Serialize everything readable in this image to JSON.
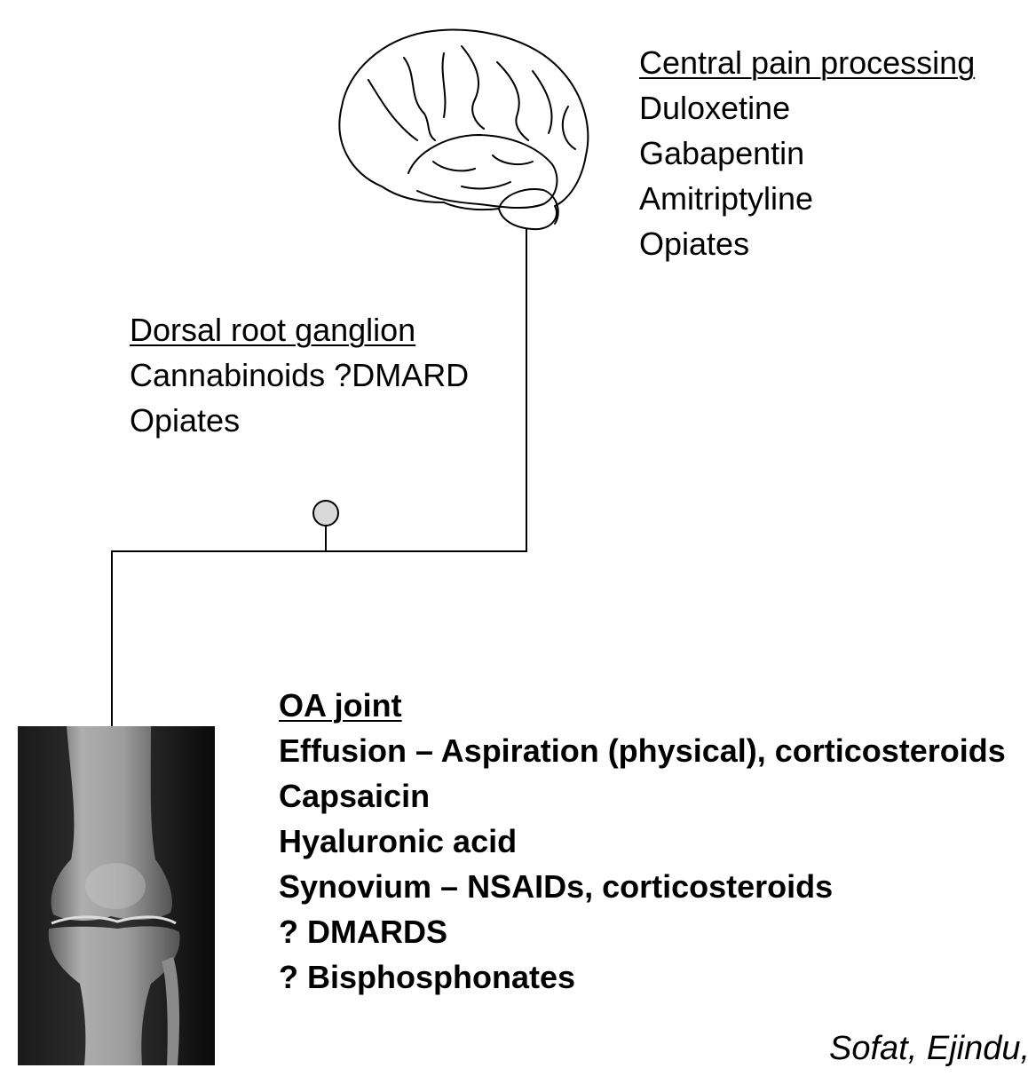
{
  "central": {
    "heading": "Central pain processing",
    "items": [
      "Duloxetine",
      "Gabapentin",
      "Amitriptyline",
      "Opiates"
    ]
  },
  "drg": {
    "heading": "Dorsal root ganglion",
    "items": [
      "Cannabinoids ?DMARD",
      "Opiates"
    ]
  },
  "oa_joint": {
    "heading": "OA joint",
    "items": [
      "Effusion – Aspiration (physical), corticosteroids",
      "Capsaicin",
      "Hyaluronic acid",
      "Synovium – NSAIDs, corticosteroids",
      "? DMARDS",
      "? Bisphosphonates"
    ]
  },
  "citation": "Sofat, Ejindu,",
  "colors": {
    "ink": "#000000",
    "ganglion_fill": "#d9d9d9",
    "xray_dark": "#0b0b0b",
    "xray_bone": "#cfcfcf"
  },
  "icons": [
    "brain-icon",
    "ganglion-icon",
    "knee-xray-image"
  ]
}
